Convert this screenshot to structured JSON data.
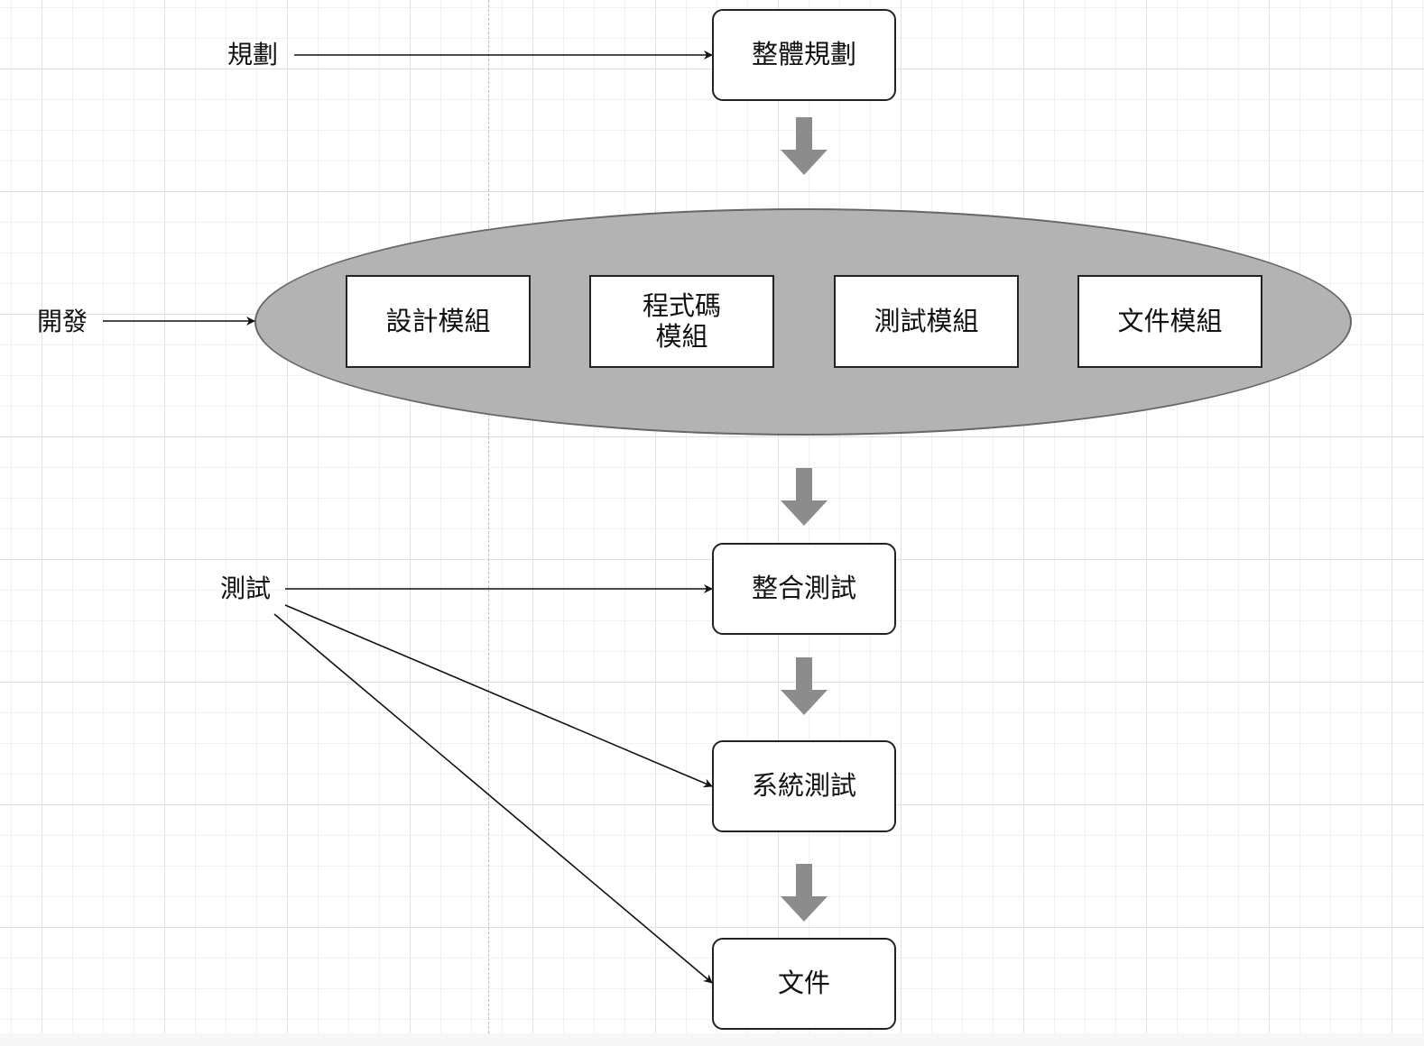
{
  "lanes": {
    "planning": "規劃",
    "development": "開發",
    "testing": "測試"
  },
  "nodes": {
    "overall_planning": "整體規劃",
    "design_module": "設計模組",
    "code_module": "程式碼\n模組",
    "test_module": "測試模組",
    "document_module": "文件模組",
    "integration_test": "整合測試",
    "system_test": "系統測試",
    "documentation": "文件"
  },
  "colors": {
    "ellipse_fill": "#b3b3b3",
    "flow_arrow": "#8c8c8c",
    "connector": "#111111"
  }
}
